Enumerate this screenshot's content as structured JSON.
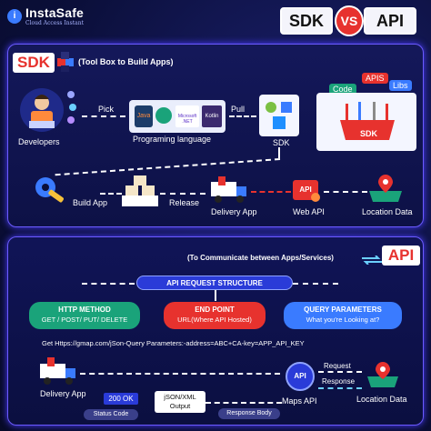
{
  "header": {
    "sdk": "SDK",
    "vs": "VS",
    "api": "API"
  },
  "brand": {
    "name": "InstaSafe",
    "tagline": "Cloud Access Instant"
  },
  "sdk_section": {
    "badge": "SDK",
    "subtitle": "(Tool Box to Build Apps)",
    "nodes": {
      "developers": "Developers",
      "pick": "Pick",
      "programming": "Programing language",
      "pull": "Pull",
      "sdk": "SDK",
      "build": "Build App",
      "release": "Release",
      "delivery": "Delivery App",
      "webapi": "Web API",
      "location": "Location Data"
    },
    "languages": [
      "Java",
      "Microsoft .NET",
      "Kotlin"
    ],
    "toolbox": {
      "code": "Code",
      "apis": "APIS",
      "libs": "Libs",
      "label": "SDK"
    }
  },
  "api_section": {
    "subtitle": "(To Communicate between Apps/Services)",
    "badge": "API",
    "structure": "API REQUEST STRUCTURE",
    "method": {
      "title": "HTTP METHOD",
      "value": "GET / POST/ PUT/ DELETE"
    },
    "endpoint": {
      "title": "END POINT",
      "value": "URL(Where API Hosted)"
    },
    "query": {
      "title": "QUERY PARAMETERS",
      "value": "What you're Looking at?"
    },
    "example": "Get Https://gmap.com/jSon-Query Parameters:-address=ABC+CA-key=APP_API_KEY",
    "nodes": {
      "delivery": "Delivery App",
      "maps": "Maps API",
      "location": "Location Data",
      "request": "Request",
      "response": "Response",
      "status_ok": "200 OK",
      "status_code": "Status Code",
      "format": "jSON/XML Output",
      "response_body": "Response Body"
    }
  },
  "colors": {
    "red": "#e7322e",
    "blue": "#3a7bff",
    "navy": "#0b0f3a",
    "purple": "#6c5bff"
  }
}
